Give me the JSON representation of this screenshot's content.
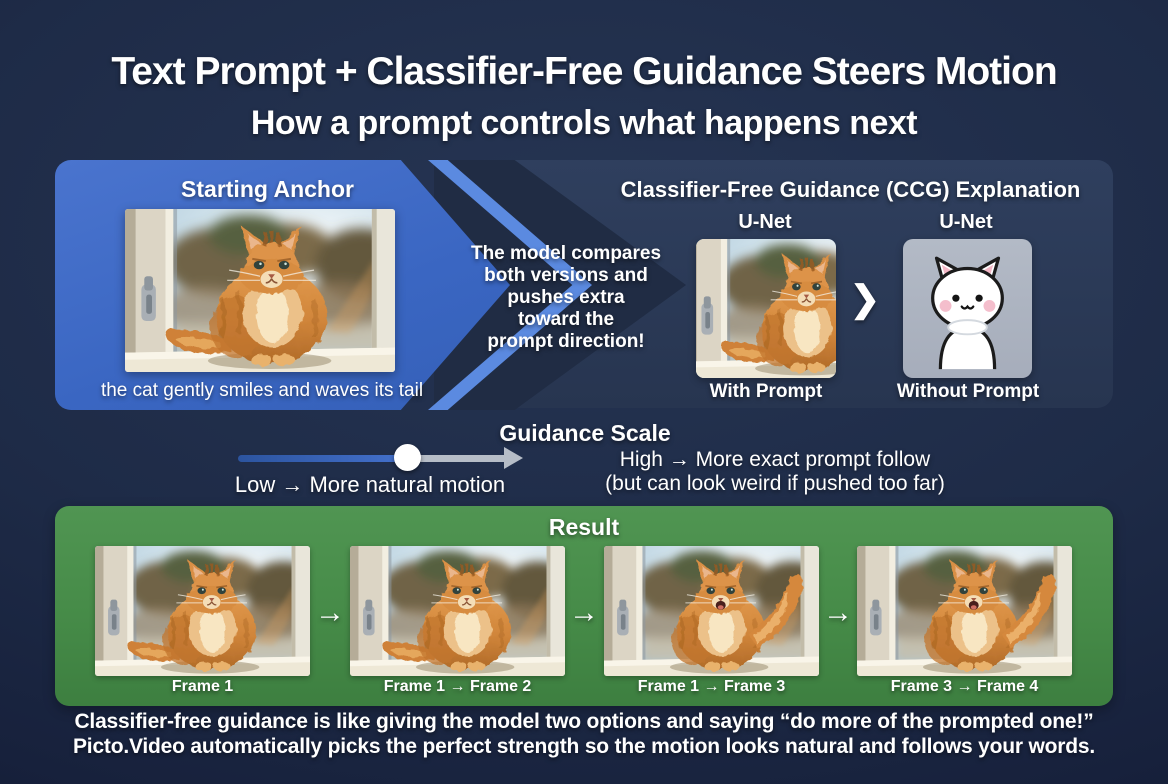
{
  "header": {
    "title": "Text Prompt + Classifier-Free Guidance Steers Motion",
    "subtitle": "How a prompt controls what happens next"
  },
  "anchor": {
    "heading": "Starting Anchor",
    "caption": "the cat gently smiles and waves its tail"
  },
  "flow_note": {
    "line1": "The model compares",
    "line2": "both versions and",
    "line3": "pushes extra",
    "line4": "toward the",
    "line5": "prompt direction!"
  },
  "cfg": {
    "heading": "Classifier-Free Guidance (CCG) Explanation",
    "unet_label": "U-Net",
    "with_prompt_label": "With Prompt",
    "without_prompt_label": "Without Prompt"
  },
  "guidance": {
    "heading": "Guidance Scale",
    "low_label": "Low → More natural motion",
    "high_line1": "High → More exact prompt follow",
    "high_line2": "(but can look weird if pushed too far)"
  },
  "result": {
    "heading": "Result",
    "frame_labels": [
      "Frame 1",
      "Frame 1 → Frame 2",
      "Frame 1 → Frame 3",
      "Frame 3 → Frame 4"
    ]
  },
  "footer": {
    "line1": "Classifier-free guidance is like giving the model two options and saying “do more of the prompted one!”",
    "line2": "Picto.Video automatically picks the perfect strength so the motion looks natural and follows your words."
  },
  "icons": {
    "arrow_right": "→",
    "chevron_right": "❯"
  },
  "colors": {
    "background": "#1e2b47",
    "anchor_blue": "#3a66c2",
    "accent_light_blue": "#5b8ae0",
    "panel_navy": "#2b3a57",
    "result_green": "#468b48",
    "slider_blue": "#3a66c0",
    "slider_gray": "#b6bdc7",
    "without_prompt_gray": "#aeb5c2"
  }
}
